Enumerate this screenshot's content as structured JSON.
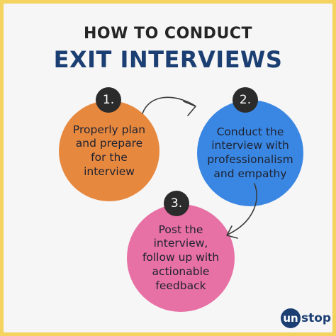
{
  "heading": {
    "line1": "HOW TO CONDUCT",
    "line2": "EXIT INTERVIEWS"
  },
  "steps": [
    {
      "number": "1.",
      "text": "Properly plan and prepare for the interview",
      "color": "#e7883f"
    },
    {
      "number": "2.",
      "text": "Conduct the interview with professionalism and empathy",
      "color": "#3a87e3"
    },
    {
      "number": "3.",
      "text": "Post the interview, follow up with actionable feedback",
      "color": "#e770a4"
    }
  ],
  "logo": {
    "mark": "un",
    "rest": "stop"
  },
  "colors": {
    "border": "#f4d35e",
    "title_dark": "#252525",
    "title_blue": "#1c3f73"
  }
}
